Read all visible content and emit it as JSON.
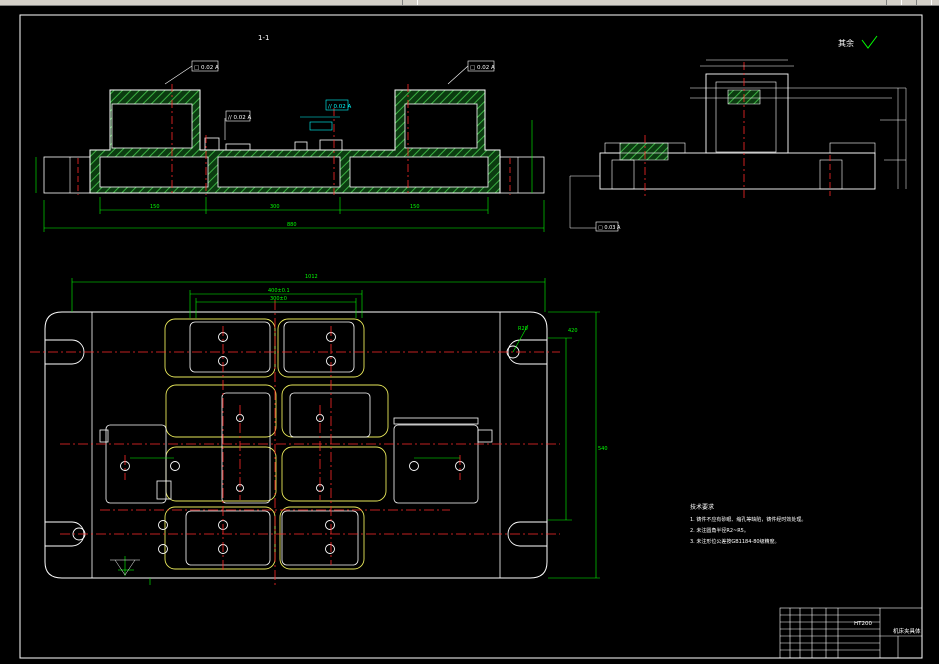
{
  "colors": {
    "background": "#000000",
    "border": "#ffffff",
    "outline": "#ffffff",
    "hatch": "#3cb043",
    "dimension": "#00ff00",
    "centerline": "#ff2a2a",
    "rounded_pocket": "#e8e85a",
    "annotation": "#00ffff",
    "text": "#ffffff"
  },
  "drawing": {
    "section_label": "1-1",
    "roughness_mark": "其余",
    "tolerance_tags": [
      "□ 0.02 A",
      "□ 0.02 A",
      "// 0.02 A",
      "// 0.02 A",
      "□ 0.03 A"
    ],
    "dim_section_total": "880",
    "dim_section_a": "150",
    "dim_section_b": "300",
    "dim_section_c": "150",
    "dim_plan_total": "1012",
    "dim_plan_a": "400±0.1",
    "dim_plan_b": "300±0",
    "dim_plan_height": "540",
    "dim_plan_side": "420",
    "dim_radius": "R20"
  },
  "notes": {
    "title": "技术要求",
    "items": [
      "1. 铸件不应有砂眼、缩孔等缺陷，铸件经时效处理。",
      "2. 未注圆角半径R2~R5。",
      "3. 未注形位公差按GB1184-80级精度。"
    ]
  },
  "title_block": {
    "material": "HT200",
    "name": "机床夹具体"
  }
}
